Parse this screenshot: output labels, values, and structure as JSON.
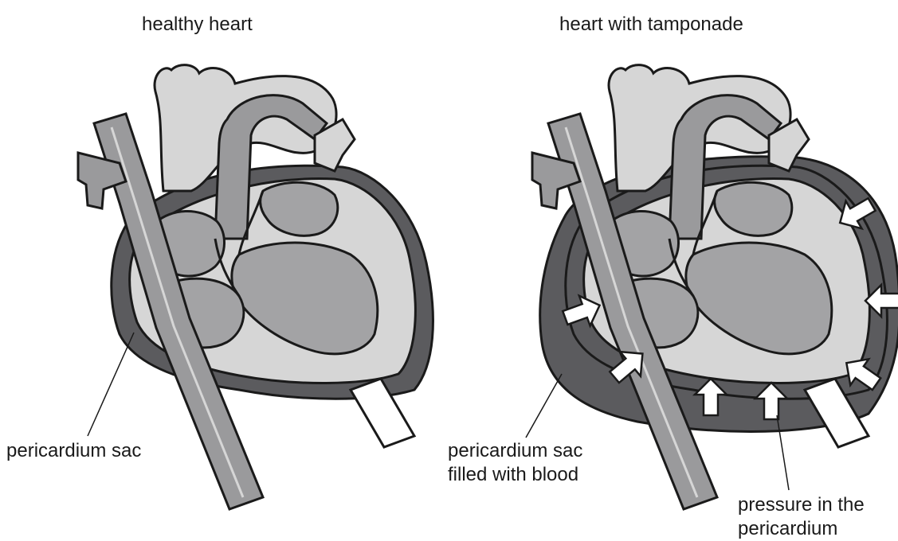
{
  "panels": {
    "left": {
      "title": "healthy heart",
      "labels": {
        "sac": "pericardium sac"
      }
    },
    "right": {
      "title": "heart with tamponade",
      "labels": {
        "sac_filled_line1": "pericardium sac",
        "sac_filled_line2": "filled with blood",
        "pressure_line1": "pressure in the",
        "pressure_line2": "pericardium"
      }
    }
  },
  "colors": {
    "outline": "#1a1a1a",
    "pericardium": "#5b5b5e",
    "muscle": "#d6d6d6",
    "chamber": "#a3a3a5",
    "vessel": "#9a9a9c",
    "background": "#ffffff",
    "arrow": "#ffffff"
  }
}
